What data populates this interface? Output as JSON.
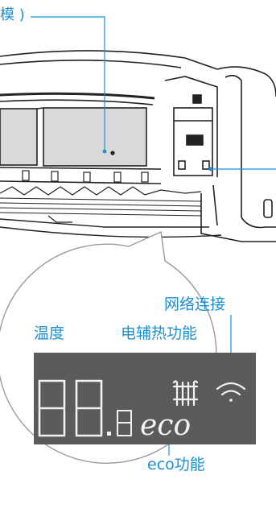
{
  "callouts": {
    "top_fragment": "模 )",
    "temperature": "温度",
    "electric_heating": "电辅热功能",
    "network": "网络连接",
    "eco": "eco功能"
  },
  "display": {
    "eco_text": "eco"
  },
  "colors": {
    "accent": "#1a8fd6",
    "panel": "#5b5b5b",
    "segment": "#f2f2f2",
    "line": "#222222"
  }
}
